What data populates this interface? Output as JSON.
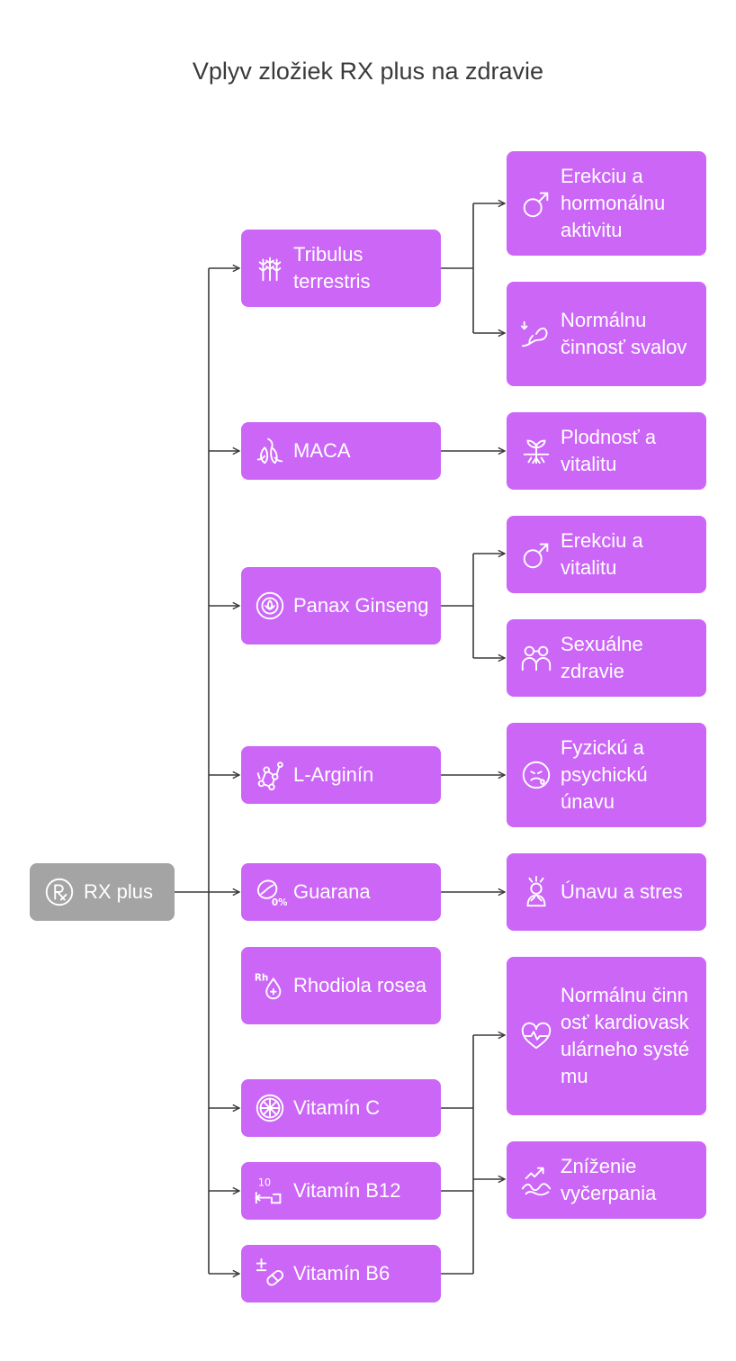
{
  "title": "Vplyv zložiek RX plus na zdravie",
  "root": {
    "label": "RX plus",
    "icon": "rx-prescription-icon"
  },
  "ingredients": [
    {
      "id": "tribulus",
      "label": "Tribulus terrestris",
      "icon": "wheat-icon"
    },
    {
      "id": "maca",
      "label": "MACA",
      "icon": "root-plant-icon"
    },
    {
      "id": "panax",
      "label": "Panax Ginseng",
      "icon": "ginseng-seal-icon"
    },
    {
      "id": "larginin",
      "label": "L-Arginín",
      "icon": "molecule-icon"
    },
    {
      "id": "guarana",
      "label": "Guarana",
      "icon": "caffeine-free-icon"
    },
    {
      "id": "rhodiola",
      "label": "Rhodiola rosea",
      "icon": "rh-drop-icon"
    },
    {
      "id": "vitc",
      "label": "Vitamín C",
      "icon": "citrus-slice-icon"
    },
    {
      "id": "vitb12",
      "label": "Vitamín B12",
      "icon": "dose-measure-icon"
    },
    {
      "id": "vitb6",
      "label": "Vitamín B6",
      "icon": "pill-plus-minus-icon"
    }
  ],
  "effects": [
    {
      "id": "erekcia-hormon",
      "label": "Erekciu a hormonálnu aktivitu",
      "icon": "male-symbol-icon"
    },
    {
      "id": "svaly",
      "label": "Normálnu činnosť svalov",
      "icon": "muscle-arm-icon"
    },
    {
      "id": "plodnost",
      "label": "Plodnosť a vitalitu",
      "icon": "sprout-icon"
    },
    {
      "id": "erekcia-vital",
      "label": "Erekciu a vitalitu",
      "icon": "male-symbol-icon"
    },
    {
      "id": "sexualne",
      "label": "Sexuálne zdravie",
      "icon": "couple-icon"
    },
    {
      "id": "unava",
      "label": "Fyzickú a psychickú únavu",
      "icon": "head-stress-icon"
    },
    {
      "id": "stres",
      "label": "Únavu a stres",
      "icon": "stressed-person-icon"
    },
    {
      "id": "kardio",
      "label": "Normálnu činnosť kardiovaskulárneho systému",
      "icon": "heartbeat-icon"
    },
    {
      "id": "vycerpanie",
      "label": "Zníženie vyčerpania",
      "icon": "energy-trend-icon"
    }
  ],
  "colors": {
    "node": "#cb66f7",
    "root": "#a4a4a4",
    "line": "#3a3a3a",
    "text": "#ffffff"
  }
}
